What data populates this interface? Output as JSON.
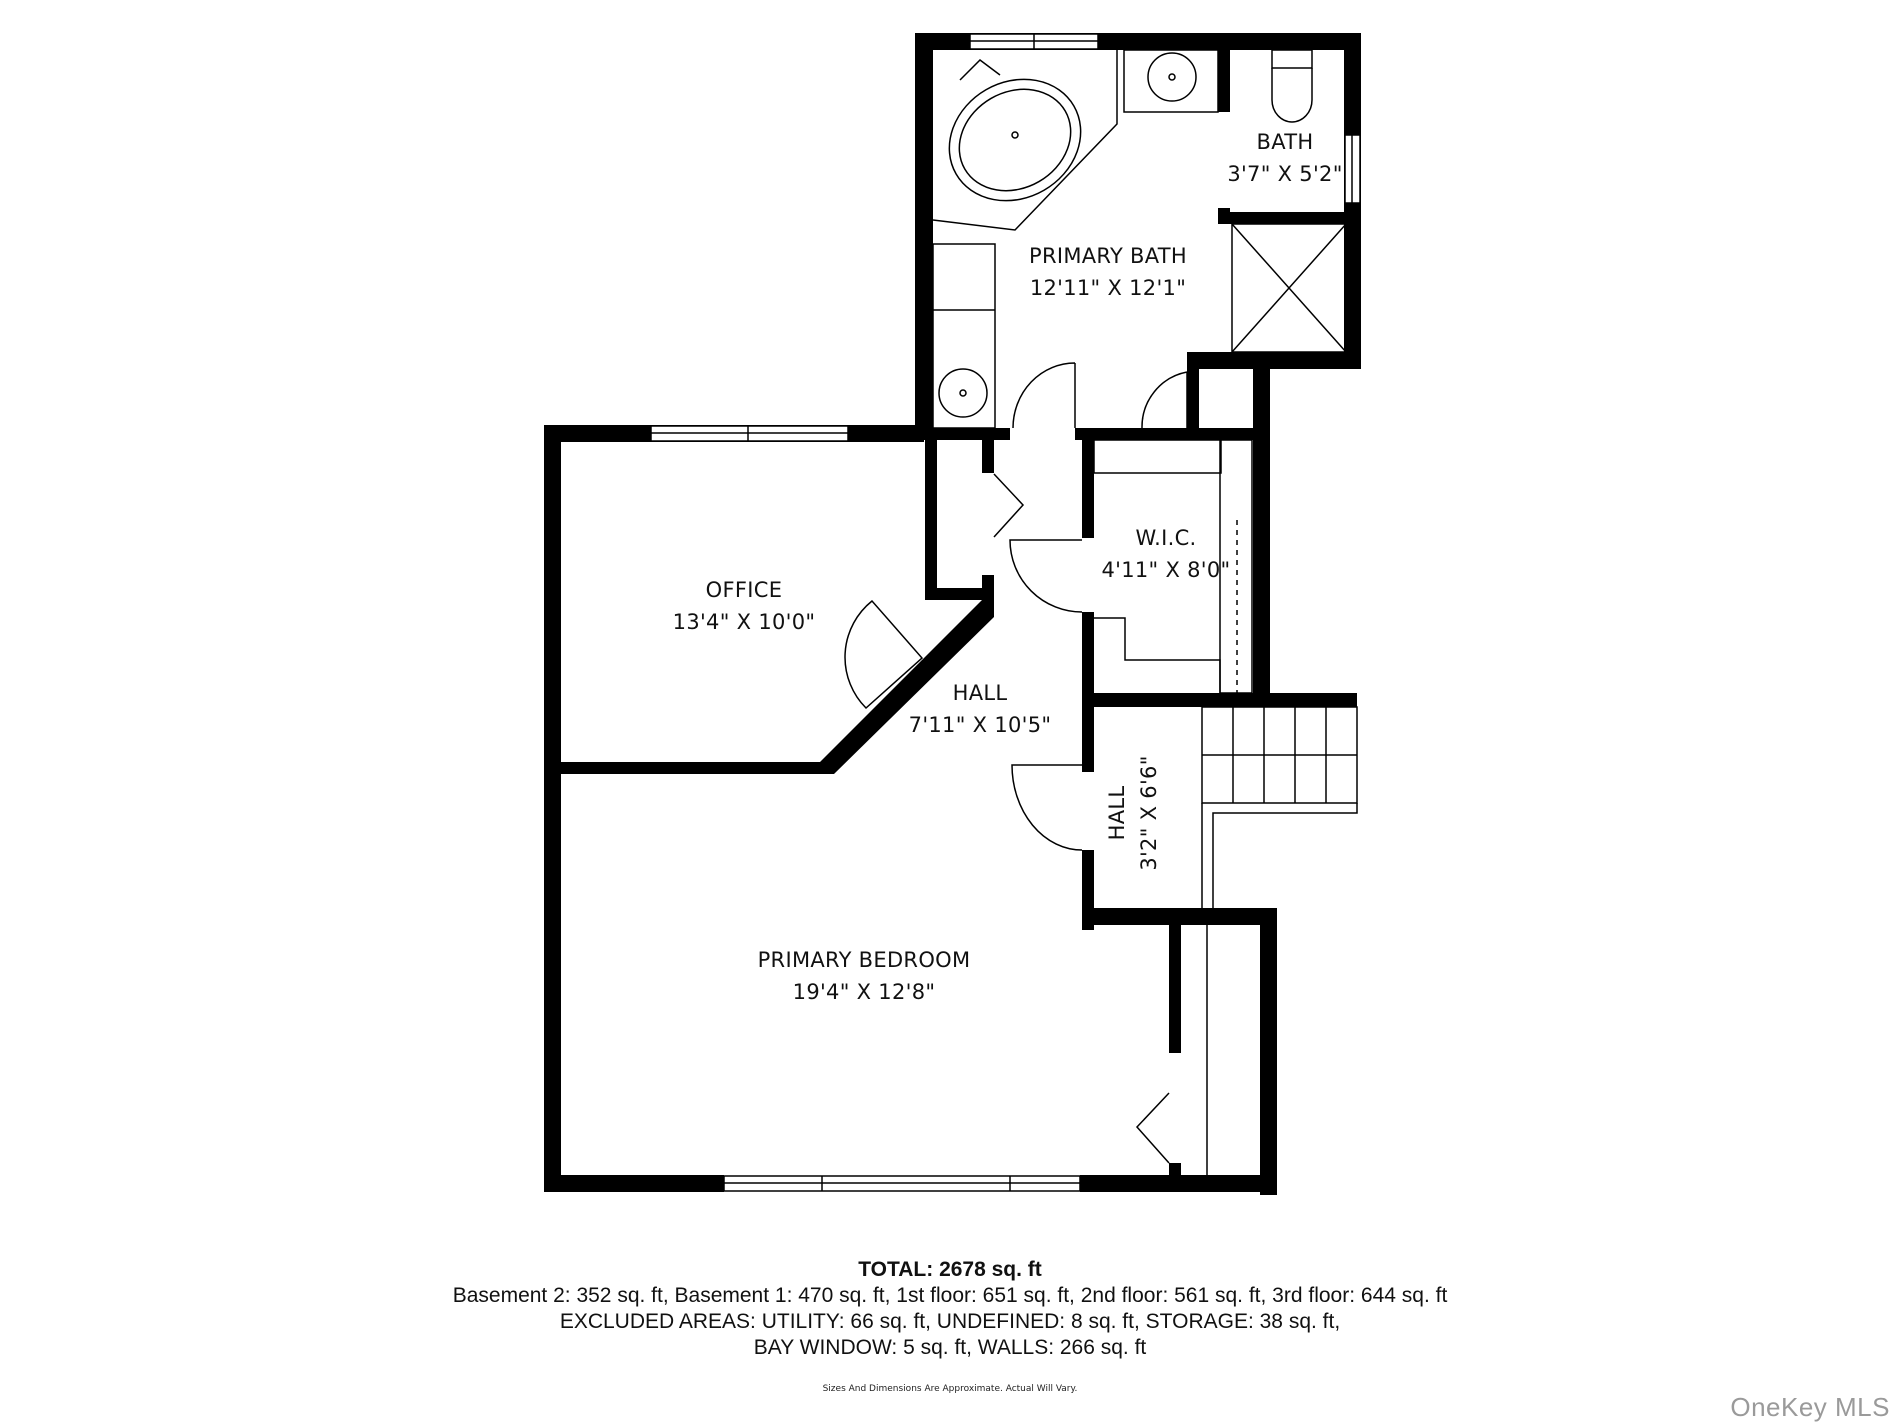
{
  "rooms": {
    "primary_bath": {
      "name": "PRIMARY BATH",
      "dims": "12'11\" X 12'1\""
    },
    "bath": {
      "name": "BATH",
      "dims": "3'7\" X 5'2\""
    },
    "office": {
      "name": "OFFICE",
      "dims": "13'4\" X 10'0\""
    },
    "hall_main": {
      "name": "HALL",
      "dims": "7'11\" X 10'5\""
    },
    "wic": {
      "name": "W.I.C.",
      "dims": "4'11\" X 8'0\""
    },
    "hall_small": {
      "name": "HALL",
      "dims": "3'2\" X 6'6\""
    },
    "primary_bedroom": {
      "name": "PRIMARY BEDROOM",
      "dims": "19'4\" X 12'8\""
    }
  },
  "footer": {
    "total": "TOTAL: 2678 sq. ft",
    "floors": "Basement 2: 352 sq. ft, Basement 1: 470 sq. ft, 1st floor: 651 sq. ft, 2nd floor: 561 sq. ft, 3rd floor: 644 sq. ft",
    "excluded_1": "EXCLUDED AREAS: UTILITY: 66 sq. ft, UNDEFINED: 8 sq. ft, STORAGE: 38 sq. ft,",
    "excluded_2": "BAY WINDOW: 5 sq. ft, WALLS: 266 sq. ft",
    "disclaimer": "Sizes And Dimensions Are Approximate. Actual Will Vary."
  },
  "watermark": "OneKey MLS",
  "colors": {
    "wall": "#000000",
    "background": "#ffffff",
    "watermark": "#9a9a9a"
  }
}
